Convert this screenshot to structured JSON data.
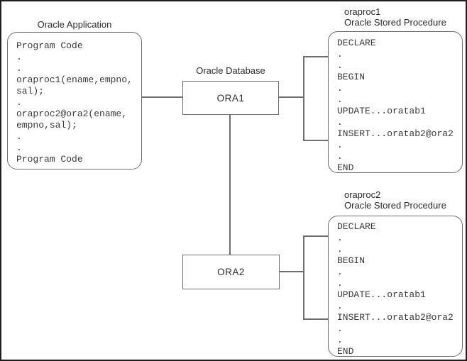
{
  "app": {
    "title": "Oracle Application",
    "code_lines": [
      "Program Code",
      ".",
      ".",
      "oraproc1(ename,empno,",
      "sal);",
      ".",
      "oraproc2@ora2(ename,",
      "empno,sal);",
      ".",
      ".",
      "Program Code"
    ]
  },
  "database": {
    "title": "Oracle Database",
    "ora1_label": "ORA1",
    "ora2_label": "ORA2"
  },
  "proc1": {
    "name": "oraproc1",
    "type_label": "Oracle Stored Procedure",
    "code_lines": [
      "DECLARE",
      ".",
      ".",
      "BEGIN",
      ".",
      ".",
      "UPDATE...oratab1",
      ".",
      "INSERT...oratab2@ora2",
      ".",
      ".",
      "END"
    ]
  },
  "proc2": {
    "name": "oraproc2",
    "type_label": "Oracle Stored Procedure",
    "code_lines": [
      "DECLARE",
      ".",
      ".",
      "BEGIN",
      ".",
      ".",
      "UPDATE...oratab1",
      ".",
      "INSERT...oratab2@ora2",
      ".",
      ".",
      "END"
    ]
  },
  "colors": {
    "line": "#6e6e6e",
    "text": "#2b2b2b",
    "code_text": "#3a3a3a",
    "frame_border": "#1f1f1f",
    "background": "#ffffff"
  }
}
